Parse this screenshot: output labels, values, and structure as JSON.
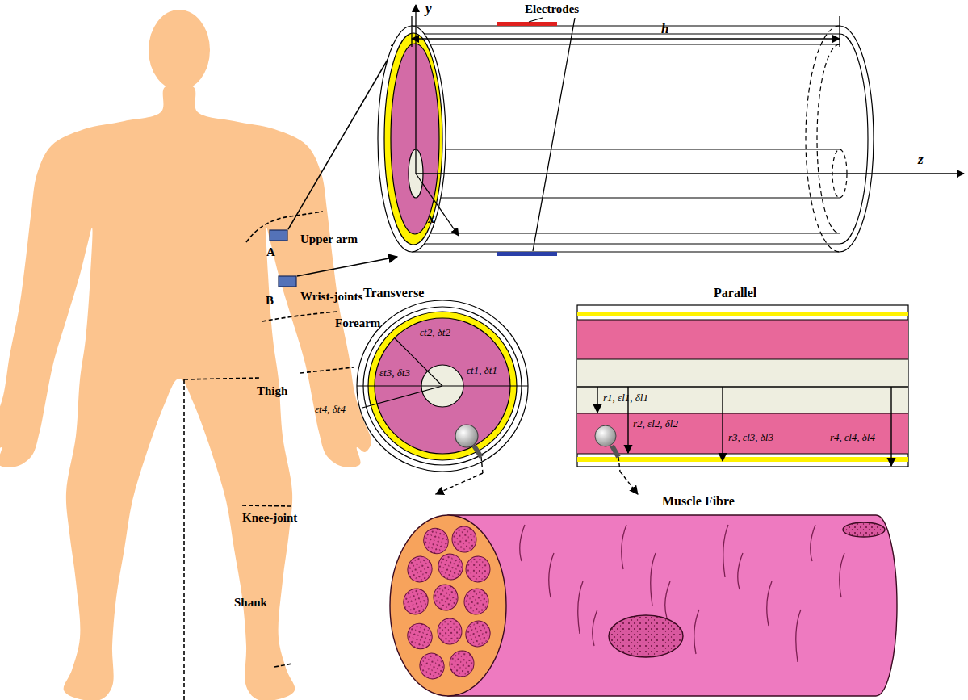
{
  "diagram": {
    "nodes": [
      {
        "text": [
          "Transverse",
          "εt2, δt2",
          "εt1, δt1",
          "εt3, δt3",
          "εt4, δt4"
        ]
      },
      {
        "text": [
          "Parallel",
          "r1, εl1, δl1",
          "r2, εl2, δl2",
          "r3, εl3, δl3",
          "r4, εl4, δl4"
        ]
      },
      {
        "text": [
          "Muscle Fibre"
        ]
      }
    ],
    "edges": [
      {
        "from": 0,
        "to": 2,
        "arrow": "to"
      },
      {
        "from": 1,
        "to": 2,
        "arrow": "to"
      }
    ],
    "labels": [
      "y",
      "Electrodes",
      "h",
      "x",
      "z",
      "A",
      "Upper arm",
      "B",
      "Wrist-joints",
      "Forearm",
      "Thigh",
      "Knee-joint",
      "Shank"
    ]
  }
}
